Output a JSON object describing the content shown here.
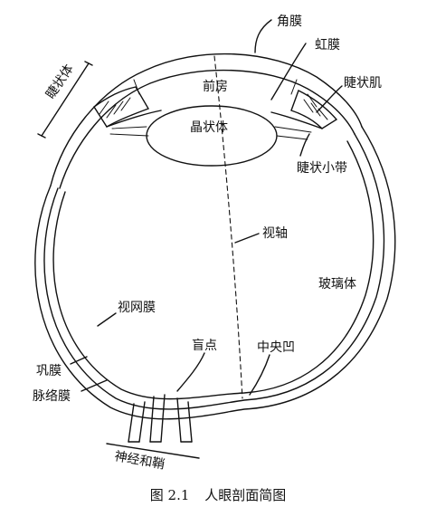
{
  "labels": {
    "cornea": "角膜",
    "iris": "虹膜",
    "ciliary_body": "睫状体",
    "anterior_chamber": "前房",
    "ciliary_muscle": "睫状肌",
    "lens": "晶状体",
    "zonule": "睫状小带",
    "visual_axis": "视轴",
    "vitreous": "玻璃体",
    "retina": "视网膜",
    "blind_spot": "盲点",
    "fovea": "中央凹",
    "sclera": "巩膜",
    "choroid": "脉络膜",
    "optic_nerve_sheath": "神经和鞘"
  },
  "caption": {
    "number": "图 2.1",
    "title": "人眼剖面简图"
  }
}
